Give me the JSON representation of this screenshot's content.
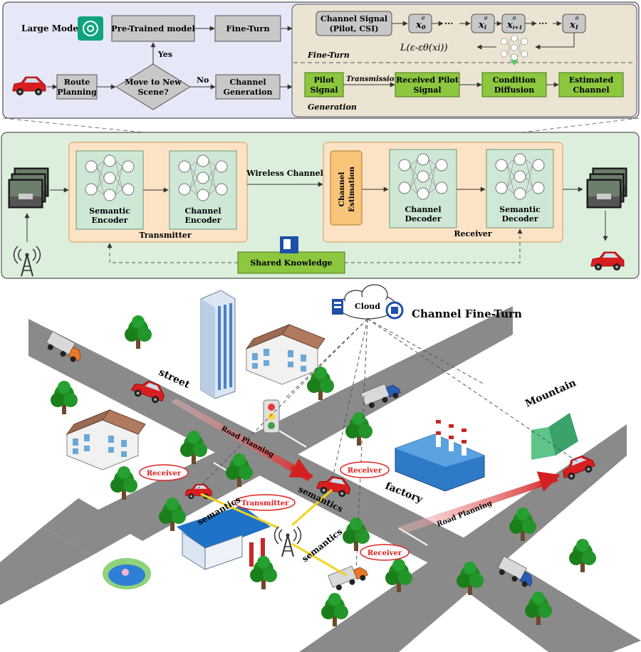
{
  "top": {
    "large_model": "Large Model",
    "pretrained": "Pre-Trained model",
    "fine_turn_box": "Fine-Turn",
    "yes": "Yes",
    "no": "No",
    "route_l1": "Route",
    "route_l2": "Planning",
    "decision_l1": "Move to New",
    "decision_l2": "Scene?",
    "channel_gen_l1": "Channel",
    "channel_gen_l2": "Generation",
    "cs_l1": "Channel Signal",
    "cs_l2": "(Pilot, CSI)",
    "x0": "x",
    "x0_sub": "0",
    "xi": "x",
    "xi_sub": "i",
    "xi1": "x",
    "xi1_sub": "i+1",
    "xI": "x",
    "xI_sub": "I",
    "theta": "θ",
    "dots": "···",
    "loss": "L(ε-εθ(xi))",
    "fine_turn_label": "Fine-Turn",
    "pilot_l1": "Pilot",
    "pilot_l2": "Signal",
    "transmission": "Transmission",
    "rx_pilot_l1": "Received Pilot",
    "rx_pilot_l2": "Signal",
    "cond_l1": "Condition",
    "cond_l2": "Diffusion",
    "est_l1": "Estimated",
    "est_l2": "Channel",
    "generation_label": "Generation"
  },
  "middle": {
    "semantic_encoder_l1": "Semantic",
    "semantic_encoder_l2": "Encoder",
    "channel_encoder_l1": "Channel",
    "channel_encoder_l2": "Encoder",
    "transmitter": "Transmitter",
    "wireless_channel": "Wireless  Channel",
    "channel_est_l1": "Channel",
    "channel_est_l2": "Estimation",
    "channel_decoder_l1": "Channel",
    "channel_decoder_l2": "Decoder",
    "semantic_decoder_l1": "Semantic",
    "semantic_decoder_l2": "Decoder",
    "receiver": "Receiver",
    "shared_knowledge": "Shared Knowledge"
  },
  "bottom": {
    "cloud": "Cloud",
    "channel_fine_turn": "Channel Fine-Turn",
    "street": "street",
    "mountain": "Mountain",
    "factory": "factory",
    "road_planning_1": "Road Planning",
    "road_planning_2": "Road Planning",
    "receiver_1": "Receiver",
    "receiver_2": "Receiver",
    "receiver_3": "Receiver",
    "transmitter": "Transmitter",
    "semantics_1": "semantics",
    "semantics_2": "semantics",
    "semantics_3": "semantics"
  },
  "colors": {
    "panel_blue": "#e6e8f7",
    "panel_tan": "#ece4d2",
    "panel_green": "#dcefdc",
    "box_gray": "#c8c8c8",
    "box_green": "#8dc63f",
    "box_orange_bg": "#fde3c6",
    "nn_bg": "#cfe8d6",
    "est_orange": "#f8c57a",
    "road": "#8a8a8a",
    "tree": "#1e8c1e",
    "red": "#e02020"
  }
}
